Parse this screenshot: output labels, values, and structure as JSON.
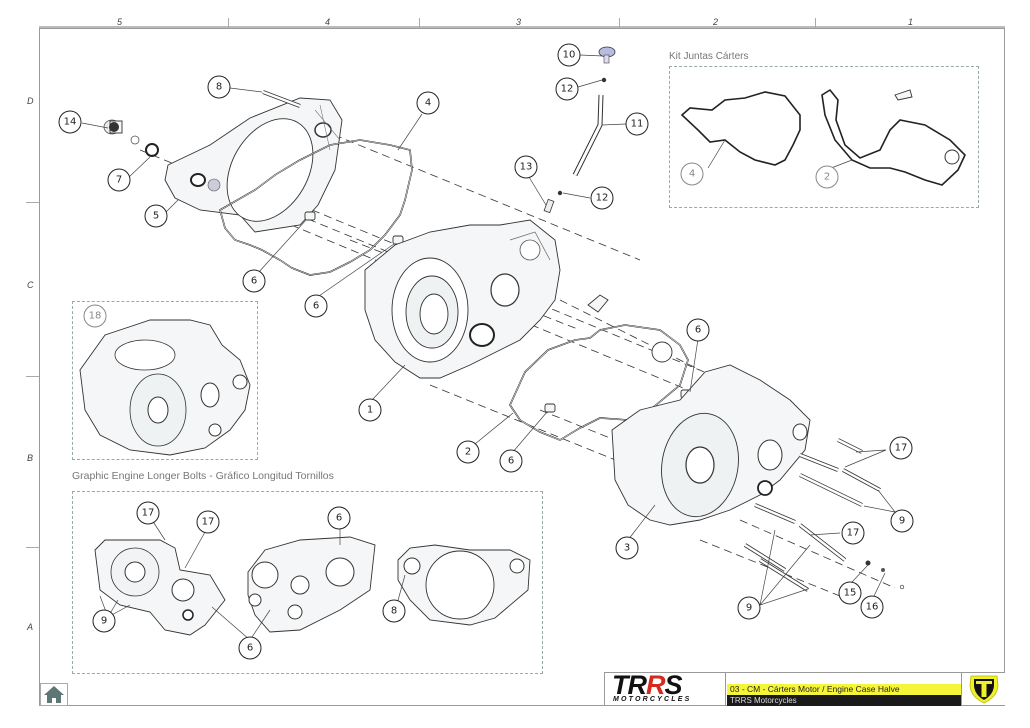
{
  "document": {
    "title": "03 - CM - Cárters Motor / Engine Case Halve",
    "subtitle": "TRRS Motorcycles",
    "brand": {
      "name_part1": "TR",
      "name_r": "R",
      "name_part2": "S",
      "tagline": "MOTORCYCLES",
      "accent_red": "#d42a20",
      "accent_yellow": "#f5f53a"
    }
  },
  "grid": {
    "columns": [
      "5",
      "4",
      "3",
      "2",
      "1"
    ],
    "rows": [
      "D",
      "C",
      "B",
      "A"
    ]
  },
  "boxes": {
    "kit": {
      "label": "Kit Juntas Cárters"
    },
    "assembly": {
      "label": "18"
    },
    "bolts": {
      "label": "Graphic Engine Longer Bolts - Gráfico Longitud Tornillos"
    }
  },
  "callouts": {
    "main": [
      {
        "id": "c10",
        "text": "10"
      },
      {
        "id": "c12a",
        "text": "12"
      },
      {
        "id": "c11",
        "text": "11"
      },
      {
        "id": "c13",
        "text": "13"
      },
      {
        "id": "c12b",
        "text": "12"
      },
      {
        "id": "c8",
        "text": "8"
      },
      {
        "id": "c14",
        "text": "14"
      },
      {
        "id": "c7",
        "text": "7"
      },
      {
        "id": "c5",
        "text": "5"
      },
      {
        "id": "c4",
        "text": "4"
      },
      {
        "id": "c6a",
        "text": "6"
      },
      {
        "id": "c6b",
        "text": "6"
      },
      {
        "id": "c1",
        "text": "1"
      },
      {
        "id": "c2",
        "text": "2"
      },
      {
        "id": "c6c",
        "text": "6"
      },
      {
        "id": "c6d",
        "text": "6"
      },
      {
        "id": "c3",
        "text": "3"
      },
      {
        "id": "c17a",
        "text": "17"
      },
      {
        "id": "c9a",
        "text": "9"
      },
      {
        "id": "c17b",
        "text": "17"
      },
      {
        "id": "c9b",
        "text": "9"
      },
      {
        "id": "c15",
        "text": "15"
      },
      {
        "id": "c16",
        "text": "16"
      }
    ],
    "kit": [
      {
        "id": "k4",
        "text": "4"
      },
      {
        "id": "k2",
        "text": "2"
      }
    ],
    "bolts": [
      {
        "id": "b17a",
        "text": "17"
      },
      {
        "id": "b17b",
        "text": "17"
      },
      {
        "id": "b9",
        "text": "9"
      },
      {
        "id": "b6a",
        "text": "6"
      },
      {
        "id": "b6b",
        "text": "6"
      },
      {
        "id": "b8",
        "text": "8"
      }
    ]
  },
  "icons": {
    "home": "home-icon",
    "badge": "trrs-shield-icon"
  }
}
